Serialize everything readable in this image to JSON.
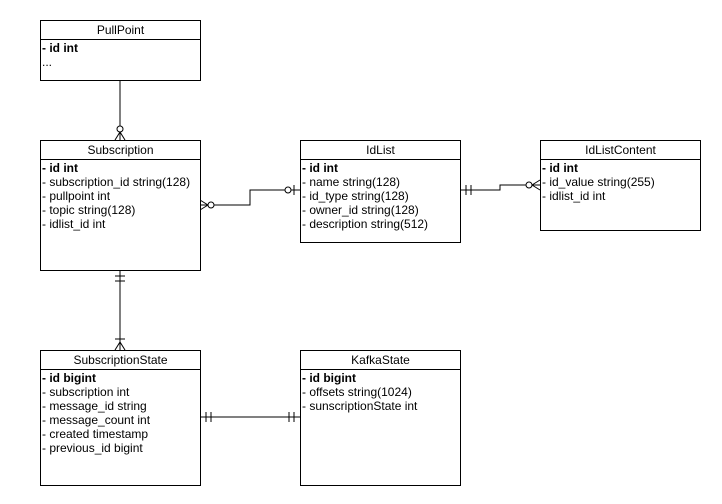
{
  "entities": {
    "pullpoint": {
      "name": "PullPoint",
      "fields": [
        {
          "text": "- id int",
          "pk": true
        },
        {
          "text": "...",
          "pk": false
        }
      ]
    },
    "subscription": {
      "name": "Subscription",
      "fields": [
        {
          "text": "- id int",
          "pk": true
        },
        {
          "text": "- subscription_id string(128)",
          "pk": false
        },
        {
          "text": "- pullpoint int",
          "pk": false
        },
        {
          "text": "- topic string(128)",
          "pk": false
        },
        {
          "text": "- idlist_id int",
          "pk": false
        }
      ]
    },
    "idlist": {
      "name": "IdList",
      "fields": [
        {
          "text": "- id int",
          "pk": true
        },
        {
          "text": "- name string(128)",
          "pk": false
        },
        {
          "text": "- id_type string(128)",
          "pk": false
        },
        {
          "text": "- owner_id string(128)",
          "pk": false
        },
        {
          "text": "- description string(512)",
          "pk": false
        }
      ]
    },
    "idlistcontent": {
      "name": "IdListContent",
      "fields": [
        {
          "text": "- id int",
          "pk": true
        },
        {
          "text": "- id_value string(255)",
          "pk": false
        },
        {
          "text": "- idlist_id int",
          "pk": false
        }
      ]
    },
    "subscriptionstate": {
      "name": "SubscriptionState",
      "fields": [
        {
          "text": "- id bigint",
          "pk": true
        },
        {
          "text": "- subscription int",
          "pk": false
        },
        {
          "text": "- message_id string",
          "pk": false
        },
        {
          "text": "- message_count int",
          "pk": false
        },
        {
          "text": "- created timestamp",
          "pk": false
        },
        {
          "text": "- previous_id bigint",
          "pk": false
        }
      ]
    },
    "kafkastate": {
      "name": "KafkaState",
      "fields": [
        {
          "text": "- id bigint",
          "pk": true
        },
        {
          "text": "- offsets string(1024)",
          "pk": false
        },
        {
          "text": "- sunscriptionState int",
          "pk": false
        }
      ]
    }
  }
}
